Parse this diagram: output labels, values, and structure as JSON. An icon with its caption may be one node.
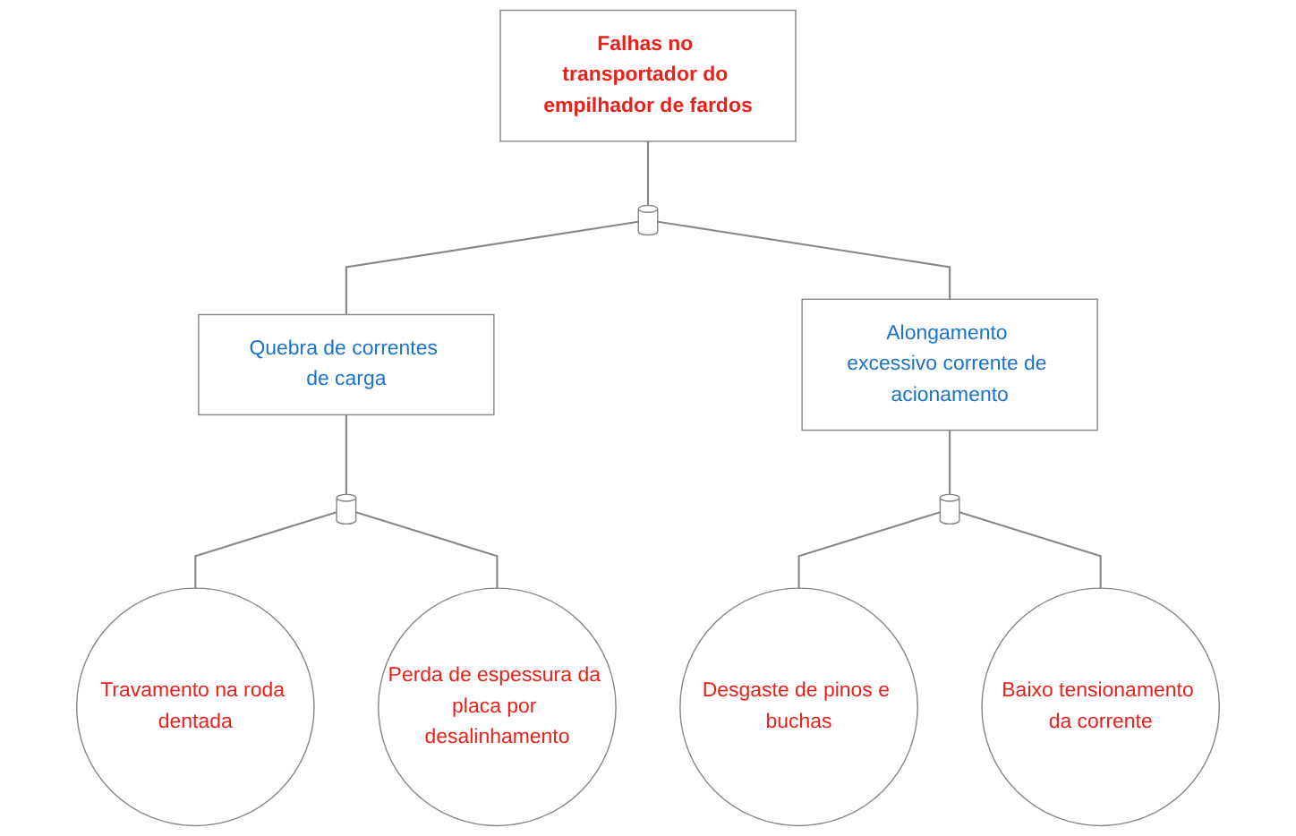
{
  "diagram": {
    "nodes": [
      {
        "text": [
          "Falhas no transportador do empilhador de fardos"
        ]
      },
      {
        "text": [],
        "shape": "gate"
      },
      {
        "text": [
          "Quebra de correntes de carga"
        ]
      },
      {
        "text": [
          "Alongamento excessivo corrente de acionamento"
        ]
      },
      {
        "text": [],
        "shape": "gate"
      },
      {
        "text": [],
        "shape": "gate"
      },
      {
        "text": [
          "Travamento na roda dentada"
        ]
      },
      {
        "text": [
          "Perda de espessura da placa por desalinhamento"
        ]
      },
      {
        "text": [
          "Desgaste de pinos e buchas"
        ]
      },
      {
        "text": [
          "Baixo tensionamento da corrente"
        ]
      }
    ],
    "edges": [
      {
        "from": 0,
        "to": 1,
        "arrow": "none"
      },
      {
        "from": 1,
        "to": 2,
        "arrow": "none"
      },
      {
        "from": 1,
        "to": 3,
        "arrow": "none"
      },
      {
        "from": 2,
        "to": 4,
        "arrow": "none"
      },
      {
        "from": 3,
        "to": 5,
        "arrow": "none"
      },
      {
        "from": 4,
        "to": 6,
        "arrow": "none"
      },
      {
        "from": 4,
        "to": 7,
        "arrow": "none"
      },
      {
        "from": 5,
        "to": 8,
        "arrow": "none"
      },
      {
        "from": 5,
        "to": 9,
        "arrow": "none"
      }
    ]
  }
}
